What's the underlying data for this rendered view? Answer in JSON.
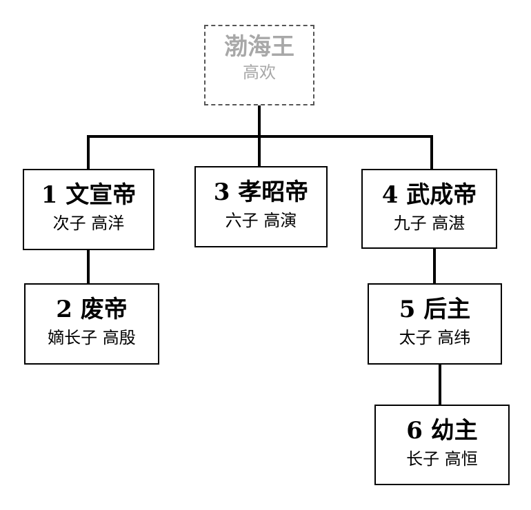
{
  "ancestor": {
    "title": "渤海王",
    "sub": "高欢"
  },
  "rulers": [
    {
      "title": "1 文宣帝",
      "sub": "次子  高洋"
    },
    {
      "title": "2 废帝",
      "sub": "嫡长子  高殷"
    },
    {
      "title": "3 孝昭帝",
      "sub": "六子  高演"
    },
    {
      "title": "4 武成帝",
      "sub": "九子  高湛"
    },
    {
      "title": "5 后主",
      "sub": "太子  高纬"
    },
    {
      "title": "6 幼主",
      "sub": "长子  高恒"
    }
  ]
}
